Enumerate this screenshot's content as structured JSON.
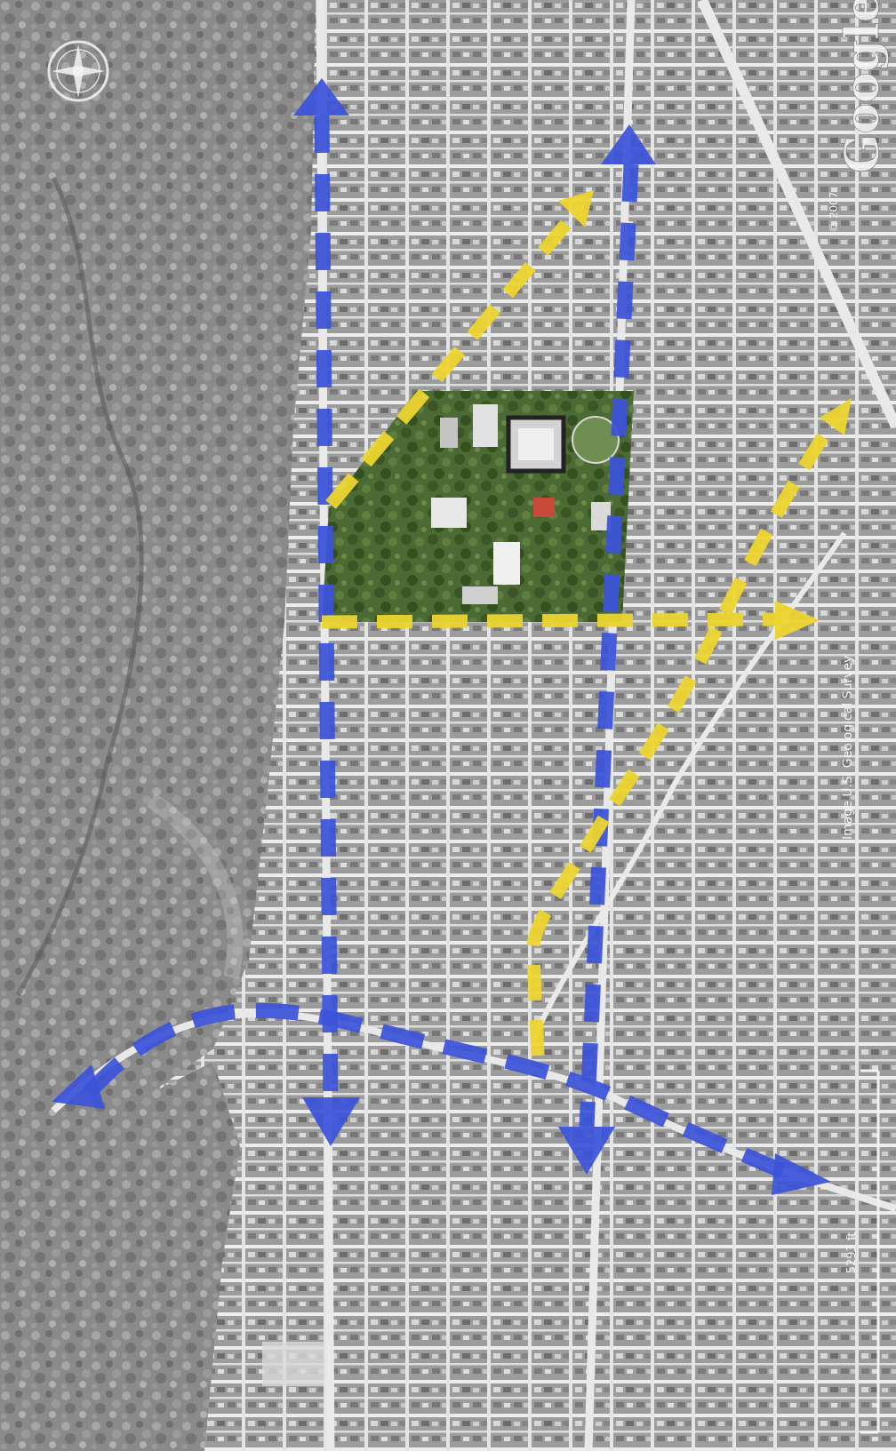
{
  "map": {
    "kind": "aerial-satellite",
    "attribution": {
      "copyright": "© 2007",
      "logo": "Google",
      "imagery": "Image U.S. Geological Survey",
      "scale_label": "5293 ft"
    },
    "compass": {
      "icon": "compass-rose-icon"
    },
    "colors": {
      "blue_route": "#3b53d9",
      "yellow_route": "#ecd530",
      "campus_green": "#4d6b34",
      "forest_gray": "#8e8e8e",
      "city_gray": "#a9a9a9",
      "road_light": "#e6e6e6"
    },
    "routes": [
      {
        "id": "blue-west-avenue",
        "color": "blue",
        "style": "dashed-arrow"
      },
      {
        "id": "blue-east-avenue",
        "color": "blue",
        "style": "dashed-arrow"
      },
      {
        "id": "blue-diagonal-road",
        "color": "blue",
        "style": "dashed-arrow"
      },
      {
        "id": "yellow-campus-triangle",
        "color": "yellow",
        "style": "dashed-arrow"
      },
      {
        "id": "yellow-southeast-road",
        "color": "yellow",
        "style": "dashed-arrow"
      }
    ]
  }
}
